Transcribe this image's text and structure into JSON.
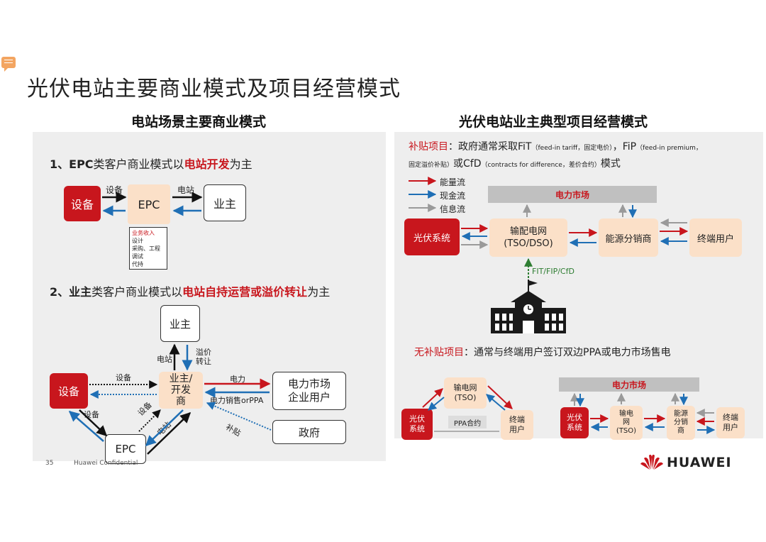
{
  "page": {
    "title": "光伏电站主要商业模式及项目经营模式",
    "footer_page": "35",
    "footer_text": "Huawei Confidential",
    "brand": "HUAWEI"
  },
  "left": {
    "subtitle": "电站场景主要商业模式",
    "section1": {
      "prefix": "1、",
      "bold": "EPC",
      "mid": "类客户商业模式以",
      "hl": "电站开发",
      "suffix": "为主"
    },
    "d1": {
      "device": "设备",
      "epc": "EPC",
      "owner": "业主",
      "label_device": "设备",
      "label_station": "电站",
      "revenue_title": "业务收入",
      "revenue_items": [
        "设计",
        "采购、工程",
        "调试",
        "代持"
      ]
    },
    "section2": {
      "prefix": "2、",
      "bold": "业主",
      "mid": "类客户商业模式以",
      "hl": "电站自持运营或溢价转让",
      "suffix": "为主"
    },
    "d2": {
      "owner_top": "业主",
      "owner_dev": "业主/\n开发\n商",
      "device": "设备",
      "epc": "EPC",
      "market": "电力市场\n企业用户",
      "gov": "政府",
      "l_station_up": "电站",
      "l_premium": "溢价\n转让",
      "l_device1": "设备",
      "l_device2": "设备",
      "l_device3": "设备",
      "l_station2": "电站",
      "l_power": "电力",
      "l_sales": "电力销售orPPA",
      "l_subsidy": "补贴"
    }
  },
  "right": {
    "subtitle": "光伏电站业主典型项目经营模式",
    "subsidy_label": "补贴项目",
    "subsidy_text1": "：政府通常采取FiT",
    "subsidy_small1": "（feed-in tariff，固定电价）",
    "subsidy_text2": "，FiP",
    "subsidy_small2": "（feed-in premium，",
    "subsidy_small3": "固定溢价补贴）",
    "subsidy_text3": "或CfD",
    "subsidy_small4": "（contracts for difference，差价合约）",
    "subsidy_text4": "模式",
    "legend": [
      "能量流",
      "现金流",
      "信息流"
    ],
    "market": "电力市场",
    "pv": "光伏系统",
    "grid": "输配电网\n(TSO/DSO)",
    "distributor": "能源分销商",
    "enduser": "终端用户",
    "fit": "FIT/FIP/CfD",
    "nosub_label": "无补贴项目",
    "nosub_text": "：通常与终端用户签订双边PPA或电力市场售电",
    "b1": {
      "pv": "光伏\n系统",
      "grid": "输电网\n(TSO)",
      "enduser": "终端\n用户",
      "ppa": "PPA合约"
    },
    "b2": {
      "market": "电力市场",
      "pv": "光伏\n系统",
      "grid": "输电\n网\n(TSO)",
      "dist": "能源\n分销\n商",
      "enduser": "终端\n用户"
    }
  },
  "colors": {
    "red": "#c8161d",
    "blue": "#1f6fb5",
    "gray": "#9a9a9a",
    "peach": "#fbe0c8"
  }
}
